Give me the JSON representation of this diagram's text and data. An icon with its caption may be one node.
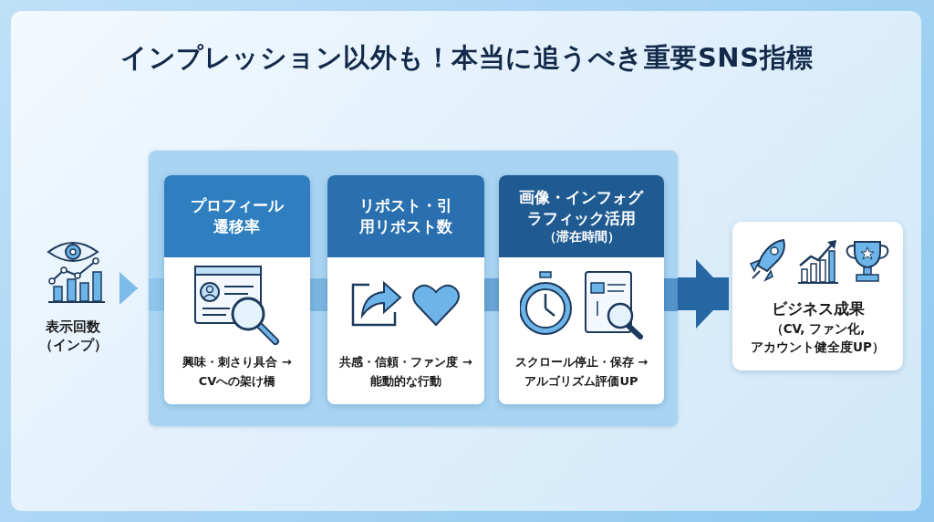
{
  "diagram": {
    "title": "インプレッション以外も！本当に追うべき重要SNS指標",
    "nodes": [
      {
        "text": [
          "表示回数（インプ）"
        ]
      },
      {
        "text": [],
        "shape": "box"
      },
      {
        "text": [
          "プロフィール遷移率",
          "興味・刺さり具合 → CVへの架け橋"
        ],
        "in": 1
      },
      {
        "text": [
          "リポスト・引用リポスト数",
          "共感・信頼・ファン度 → 能動的な行動"
        ],
        "in": 1
      },
      {
        "text": [
          "画像・インフォグラフィック活用",
          "（滞在時間）",
          "スクロール停止・保存 → アルゴリズム評価UP"
        ],
        "in": 1
      },
      {
        "text": [
          "ビジネス成果",
          "（CV, ファン化, アカウント健全度UP）"
        ]
      }
    ],
    "edges": [
      {
        "from": 0,
        "to": 1,
        "arrow": "to",
        "color": "#7dbbe8"
      },
      {
        "from": 1,
        "to": 5,
        "arrow": "to",
        "style": "thick",
        "color": "#2566a3"
      }
    ]
  }
}
